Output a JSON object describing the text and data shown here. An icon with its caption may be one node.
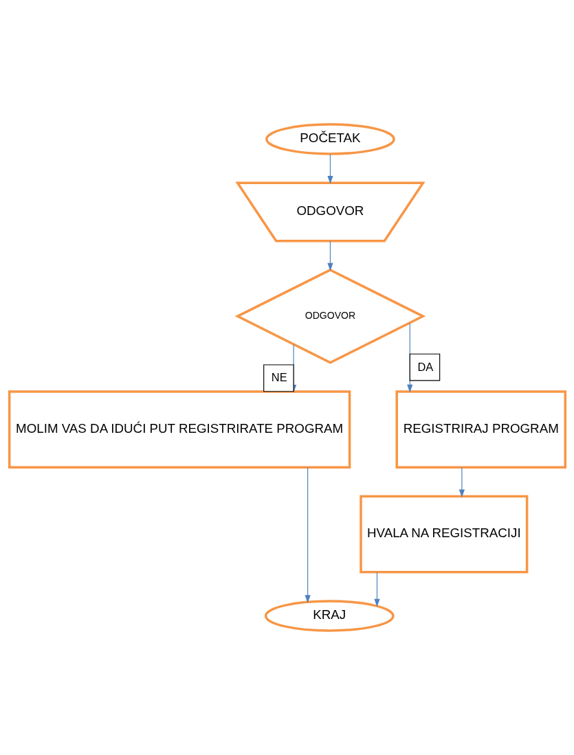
{
  "diagram": {
    "nodes": [
      {
        "text": [
          "POČETAK"
        ]
      },
      {
        "text": [
          "ODGOVOR"
        ]
      },
      {
        "text": [
          "ODGOVOR"
        ]
      },
      {
        "text": [
          "MOLIM VAS DA IDUĆI PUT REGISTRIRATE PROGRAM"
        ]
      },
      {
        "text": [
          "REGISTRIRAJ PROGRAM"
        ]
      },
      {
        "text": [
          "HVALA NA REGISTRACIJI"
        ]
      },
      {
        "text": [
          "KRAJ"
        ]
      }
    ],
    "edges": [
      {
        "from": 0,
        "to": 1,
        "arrow": "to"
      },
      {
        "from": 1,
        "to": 2,
        "arrow": "to"
      },
      {
        "from": 2,
        "to": 3,
        "arrow": "to",
        "label": "NE"
      },
      {
        "from": 2,
        "to": 4,
        "arrow": "to",
        "label": "DA"
      },
      {
        "from": 4,
        "to": 5,
        "arrow": "to"
      },
      {
        "from": 3,
        "to": 6,
        "arrow": "to"
      },
      {
        "from": 5,
        "to": 6,
        "arrow": "to"
      }
    ]
  }
}
